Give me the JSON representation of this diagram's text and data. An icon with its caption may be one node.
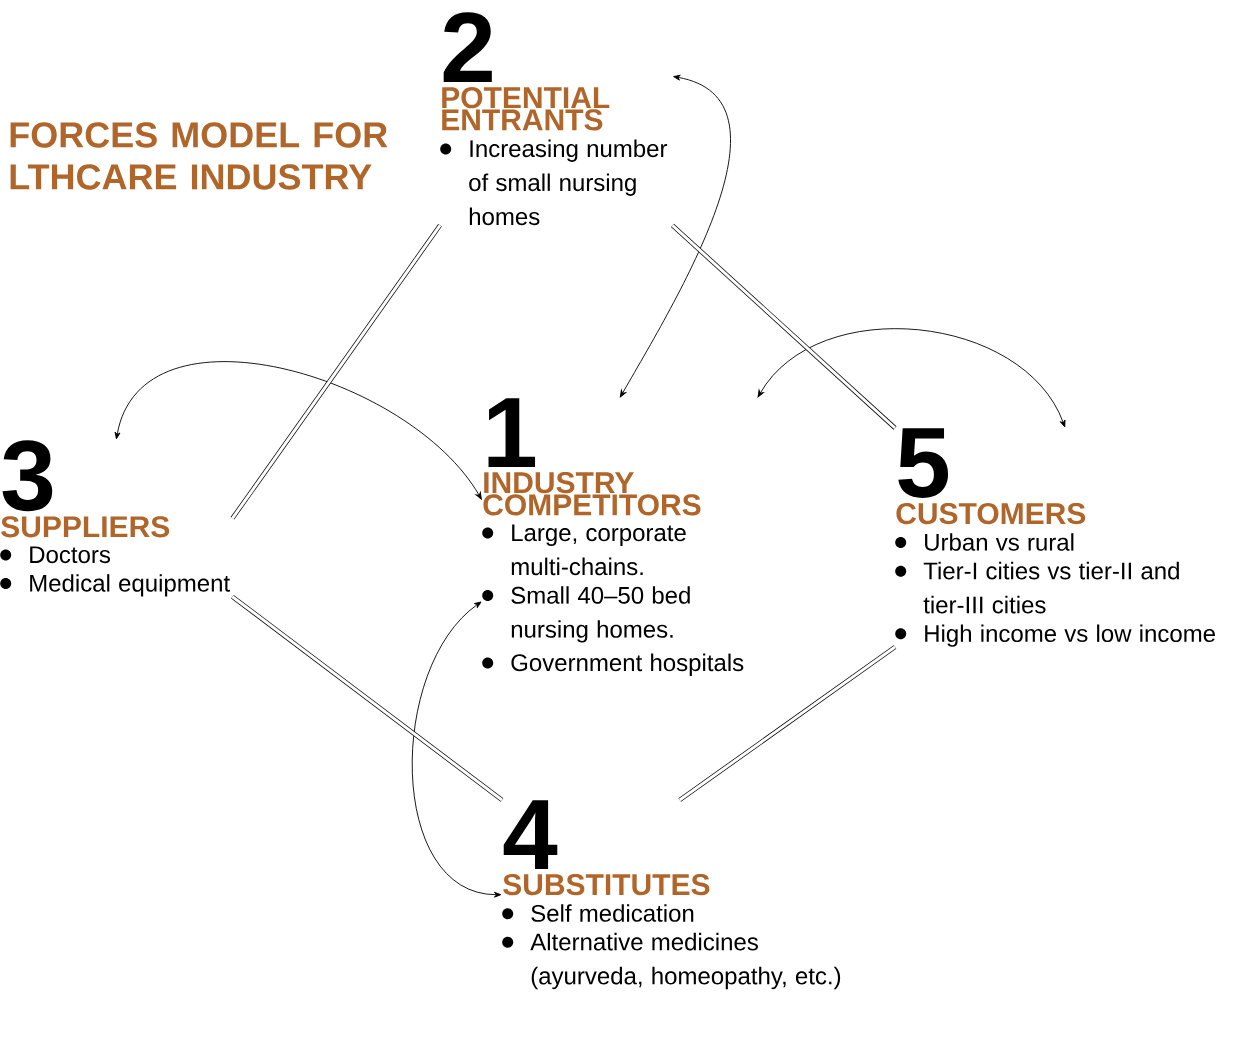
{
  "diagram": {
    "title": "FORCES MODEL FOR LTHCARE INDUSTRY",
    "nodes": [
      {
        "text": [
          "2",
          "POTENTIAL ENTRANTS",
          "Increasing number of small nursing homes"
        ]
      },
      {
        "text": [
          "3",
          "SUPPLIERS",
          "Doctors",
          "Medical equipment"
        ]
      },
      {
        "text": [
          "1",
          "INDUSTRY COMPETITORS",
          "Large, corporate multi-chains.",
          "Small 40–50 bed nursing homes.",
          "Government hospitals"
        ]
      },
      {
        "text": [
          "5",
          "CUSTOMERS",
          "Urban vs rural",
          "Tier-I cities vs tier-II and tier-III cities",
          "High income vs low income"
        ]
      },
      {
        "text": [
          "4",
          "SUBSTITUTES",
          "Self medication",
          "Alternative medicines (ayurveda, homeopathy, etc.)"
        ]
      }
    ],
    "edges": [
      {
        "from": 0,
        "to": 2,
        "arrow": "both"
      },
      {
        "from": 1,
        "to": 2,
        "arrow": "both"
      },
      {
        "from": 3,
        "to": 2,
        "arrow": "both"
      },
      {
        "from": 2,
        "to": 4,
        "arrow": "both"
      },
      {
        "from": 1,
        "to": 0,
        "arrow": "none",
        "style": "thick"
      },
      {
        "from": 0,
        "to": 3,
        "arrow": "none",
        "style": "thick"
      },
      {
        "from": 1,
        "to": 4,
        "arrow": "none",
        "style": "thick"
      },
      {
        "from": 4,
        "to": 3,
        "arrow": "none",
        "style": "thick"
      }
    ]
  }
}
